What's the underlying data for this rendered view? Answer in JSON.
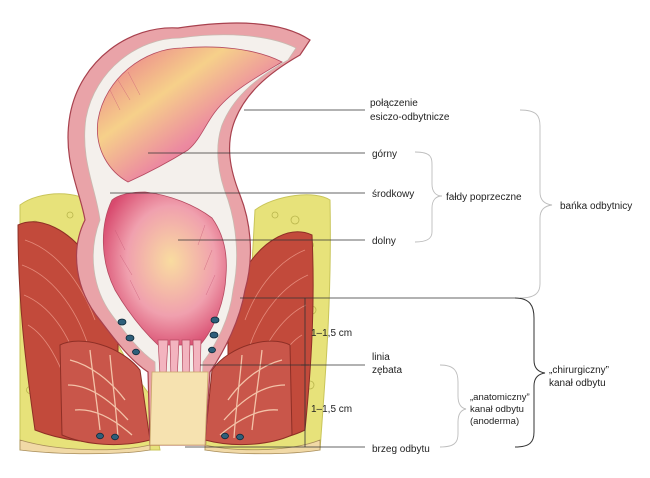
{
  "labels": {
    "rectosigmoid_line1": "połączenie",
    "rectosigmoid_line2": "esiczo-odbytnicze",
    "upper": "górny",
    "middle": "środkowy",
    "lower": "dolny",
    "transverse_folds": "fałdy poprzeczne",
    "rectal_ampulla": "bańka odbytnicy",
    "dentate_line1": "linia",
    "dentate_line2": "zębata",
    "measure_upper": "1–1,5 cm",
    "measure_lower": "1–1,5 cm",
    "anatomical_line1": "„anatomiczny”",
    "anatomical_line2": "kanał odbytu",
    "anatomical_line3": "(anoderma)",
    "surgical_line1": "„chirurgiczny”",
    "surgical_line2": "kanał odbytu",
    "anal_verge": "brzeg odbytu"
  },
  "colors": {
    "mucosa_light": "#f6d08a",
    "mucosa_pink": "#e86f8c",
    "mucosa_deep": "#d84a6e",
    "wall_pink": "#e9a3a8",
    "wall_outer": "#c9565e",
    "muscle": "#c24a3b",
    "fat": "#e7e27a",
    "fat_dark": "#c9c55a",
    "skin": "#f1d9a6",
    "vessel": "#2f5f7a"
  }
}
